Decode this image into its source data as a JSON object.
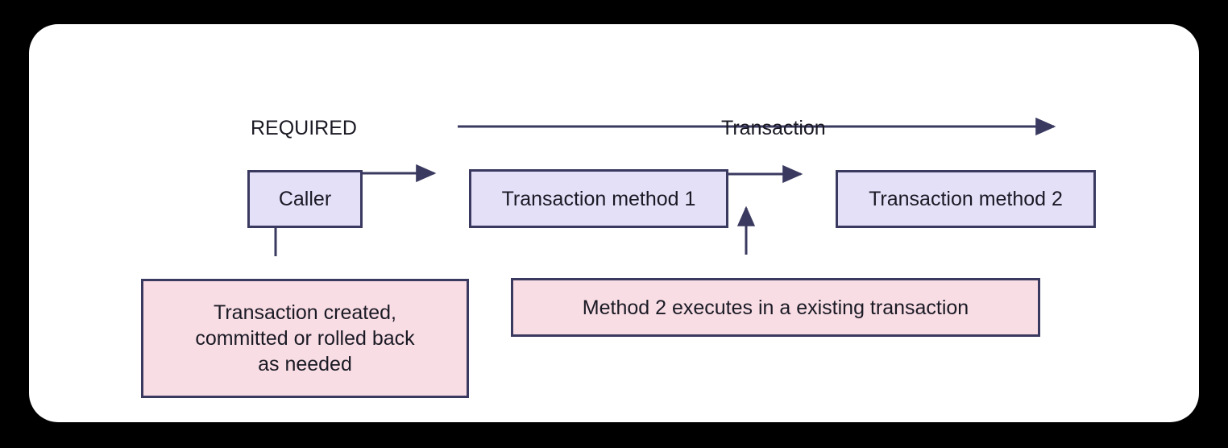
{
  "canvas": {
    "background_color": "#000000",
    "card_color": "#ffffff"
  },
  "palette": {
    "node_fill": "#e4e0f8",
    "note_fill": "#f9dde4",
    "stroke": "#3a3960",
    "text": "#1a1a25"
  },
  "labels": {
    "required": "REQUIRED",
    "transaction": "Transaction"
  },
  "nodes": {
    "caller": "Caller",
    "method1": "Transaction method 1",
    "method2": "Transaction method 2"
  },
  "notes": {
    "left_line1": "Transaction created,",
    "left_line2": "committed or rolled back",
    "left_line3": "as needed",
    "right": "Method 2 executes in a existing transaction"
  },
  "edges": [
    {
      "name": "caller-to-method1",
      "from": "caller",
      "to": "method1",
      "direction": "right"
    },
    {
      "name": "method1-to-method2",
      "from": "method1",
      "to": "method2",
      "direction": "right"
    },
    {
      "name": "transaction-span",
      "from": "method1",
      "to": "method2",
      "direction": "right"
    },
    {
      "name": "note-left-to-caller",
      "from": "note_left",
      "to": "caller",
      "direction": "up"
    },
    {
      "name": "note-right-to-method1",
      "from": "note_right",
      "to": "method1",
      "direction": "up"
    }
  ]
}
